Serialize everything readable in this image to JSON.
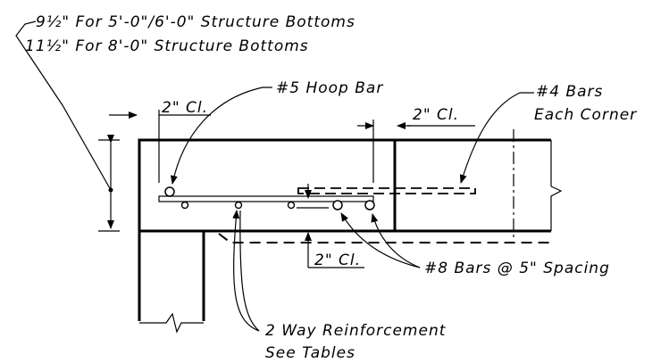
{
  "labels": {
    "slab_thickness_1": "9½\" For 5'-0\"/6'-0\" Structure Bottoms",
    "slab_thickness_2": "11½\" For 8'-0\" Structure Bottoms",
    "clear_cover_left": "2\" Cl.",
    "hoop_bar": "#5 Hoop Bar",
    "clear_cover_right": "2\" Cl.",
    "corner_bars_1": "#4 Bars",
    "corner_bars_2": "Each Corner",
    "clear_cover_bottom": "2\" Cl.",
    "main_bars": "#8 Bars @ 5\" Spacing",
    "two_way_1": "2 Way Reinforcement",
    "two_way_2": "See Tables"
  }
}
